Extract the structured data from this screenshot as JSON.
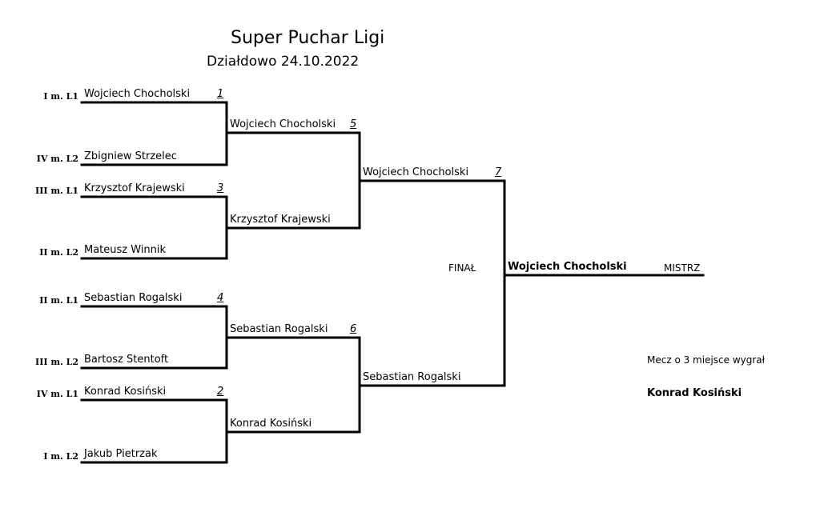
{
  "header": {
    "title": "Super Puchar Ligi",
    "subtitle": "Działdowo 24.10.2022"
  },
  "round1": [
    {
      "seed": "I m. L1",
      "player": "Wojciech Chocholski",
      "match": "1"
    },
    {
      "seed": "IV m. L2",
      "player": "Zbigniew Strzelec"
    },
    {
      "seed": "III m. L1",
      "player": "Krzysztof Krajewski",
      "match": "3"
    },
    {
      "seed": "II m. L2",
      "player": "Mateusz Winnik"
    },
    {
      "seed": "II m. L1",
      "player": "Sebastian Rogalski",
      "match": "4"
    },
    {
      "seed": "III m. L2",
      "player": "Bartosz Stentoft"
    },
    {
      "seed": "IV m. L1",
      "player": "Konrad Kosiński",
      "match": "2"
    },
    {
      "seed": "I m. L2",
      "player": "Jakub Pietrzak"
    }
  ],
  "round2": [
    {
      "player": "Wojciech Chocholski",
      "match": "5"
    },
    {
      "player": "Krzysztof Krajewski"
    },
    {
      "player": "Sebastian Rogalski",
      "match": "6"
    },
    {
      "player": "Konrad Kosiński"
    }
  ],
  "semifinal": [
    {
      "player": "Wojciech Chocholski",
      "match": "7"
    },
    {
      "player": "Sebastian Rogalski"
    }
  ],
  "final": {
    "label": "FINAŁ",
    "champion": "Wojciech Chocholski",
    "champion_label": "MISTRZ"
  },
  "third_place": {
    "label": "Mecz o 3 miejsce wygrał",
    "winner": "Konrad Kosiński"
  }
}
